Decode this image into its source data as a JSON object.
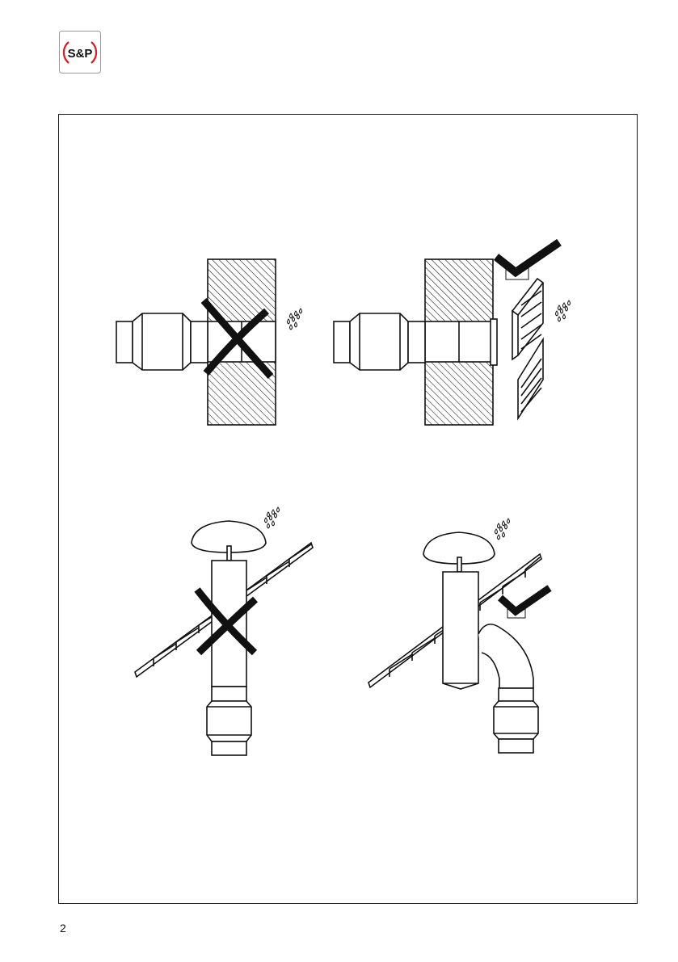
{
  "header": {
    "logo_text": "S&P",
    "logo_color": "#d02028"
  },
  "footer": {
    "page_number": "2"
  },
  "illustrations": [
    {
      "name": "wall-installation-incorrect",
      "verdict": "incorrect",
      "mark_icon": "cross-icon"
    },
    {
      "name": "wall-installation-correct",
      "verdict": "correct",
      "mark_icon": "check-icon"
    },
    {
      "name": "roof-installation-incorrect",
      "verdict": "incorrect",
      "mark_icon": "cross-icon"
    },
    {
      "name": "roof-installation-correct",
      "verdict": "correct",
      "mark_icon": "check-icon"
    }
  ]
}
